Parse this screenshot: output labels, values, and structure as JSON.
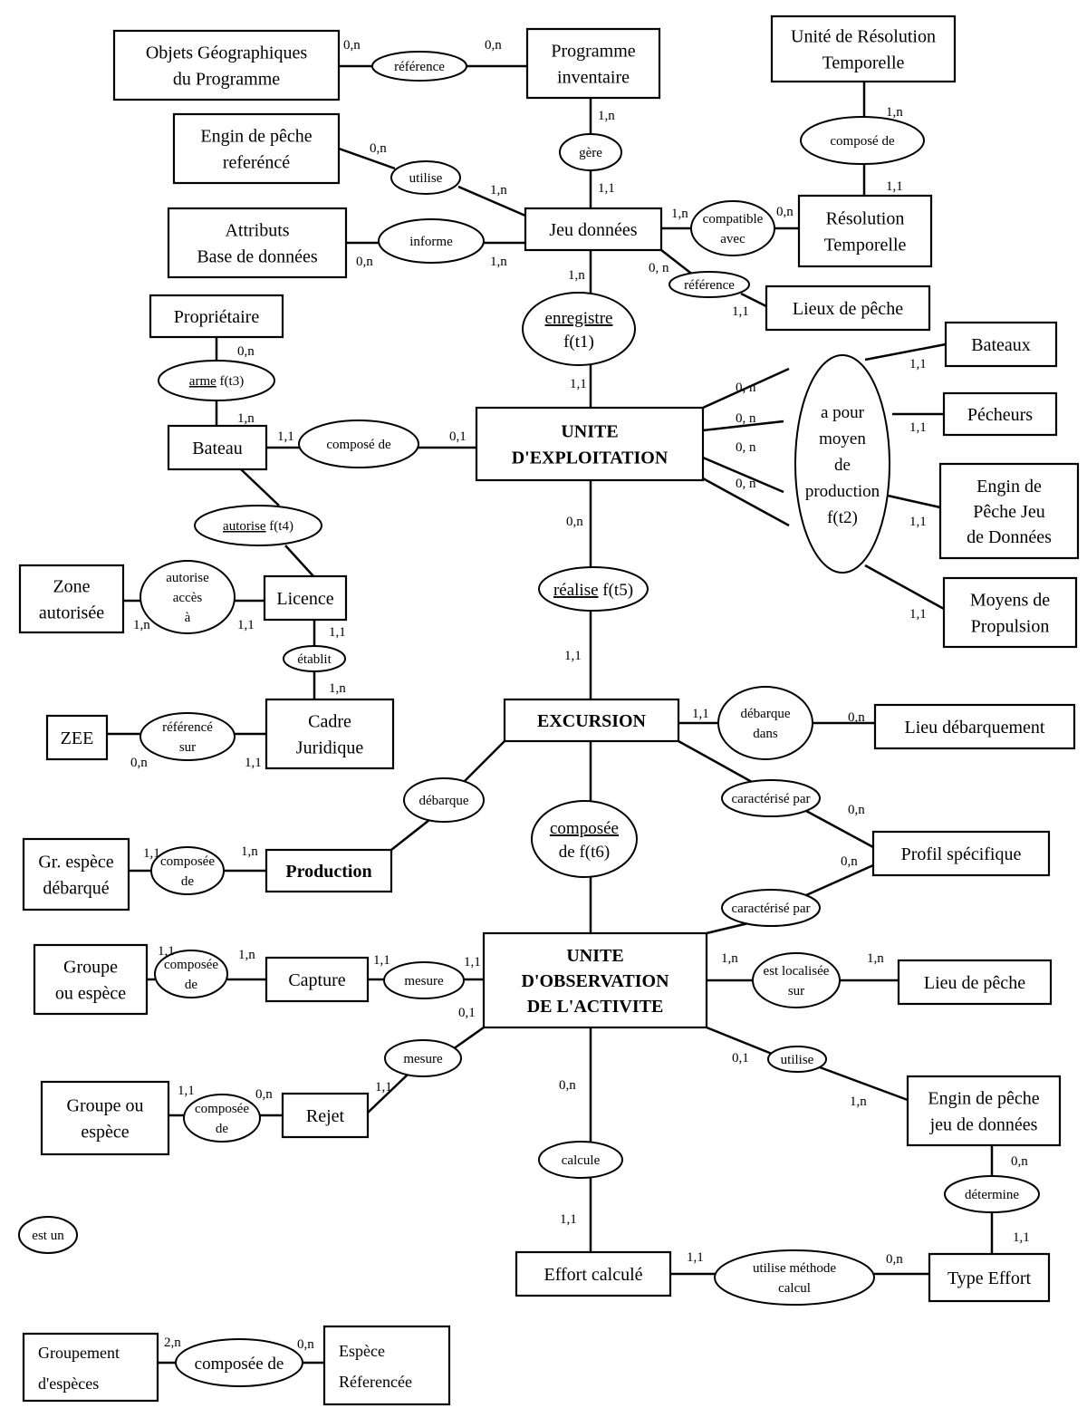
{
  "diagram": {
    "type": "entity-relationship (MCD Merise)",
    "entities": [
      {
        "id": "objets_geo",
        "lines": [
          "Objets Géographiques",
          "du Programme"
        ]
      },
      {
        "id": "programme",
        "lines": [
          "Programme",
          "inventaire"
        ]
      },
      {
        "id": "unite_res",
        "lines": [
          "Unité de Résolution",
          "Temporelle"
        ]
      },
      {
        "id": "engin_ref",
        "lines": [
          "Engin de pêche",
          "referéncé"
        ]
      },
      {
        "id": "attributs",
        "lines": [
          "Attributs",
          "Base de données"
        ]
      },
      {
        "id": "jeu_donnees",
        "lines": [
          "Jeu données"
        ]
      },
      {
        "id": "resolution",
        "lines": [
          "Résolution",
          "Temporelle"
        ]
      },
      {
        "id": "lieux_peche",
        "lines": [
          "Lieux de pêche"
        ]
      },
      {
        "id": "proprietaire",
        "lines": [
          "Propriétaire"
        ]
      },
      {
        "id": "bateaux",
        "lines": [
          "Bateaux"
        ]
      },
      {
        "id": "pecheurs",
        "lines": [
          "Pécheurs"
        ]
      },
      {
        "id": "bateau",
        "lines": [
          "Bateau"
        ]
      },
      {
        "id": "unite_exp",
        "lines": [
          "UNITE",
          "D'EXPLOITATION"
        ],
        "bold": true
      },
      {
        "id": "engin_jeu",
        "lines": [
          "Engin de",
          "Pêche Jeu",
          "de Données"
        ]
      },
      {
        "id": "zone",
        "lines": [
          "Zone",
          "autorisée"
        ]
      },
      {
        "id": "licence",
        "lines": [
          "Licence"
        ]
      },
      {
        "id": "moyens_prop",
        "lines": [
          "Moyens de",
          "Propulsion"
        ]
      },
      {
        "id": "zee",
        "lines": [
          "ZEE"
        ]
      },
      {
        "id": "cadre",
        "lines": [
          "Cadre",
          "Juridique"
        ]
      },
      {
        "id": "excursion",
        "lines": [
          "EXCURSION"
        ],
        "bold": true
      },
      {
        "id": "lieu_deb",
        "lines": [
          "Lieu débarquement"
        ]
      },
      {
        "id": "profil",
        "lines": [
          "Profil spécifique"
        ]
      },
      {
        "id": "gr_espece_deb",
        "lines": [
          "Gr. espèce",
          "débarqué"
        ]
      },
      {
        "id": "production",
        "lines": [
          "Production"
        ],
        "bold": true
      },
      {
        "id": "groupe_capture",
        "lines": [
          "Groupe",
          "ou espèce"
        ]
      },
      {
        "id": "capture",
        "lines": [
          "Capture"
        ]
      },
      {
        "id": "unite_obs",
        "lines": [
          "UNITE",
          "D'OBSERVATION",
          "DE L'ACTIVITE"
        ],
        "bold": true
      },
      {
        "id": "lieu_de_peche",
        "lines": [
          "Lieu de pêche"
        ]
      },
      {
        "id": "groupe_rejet",
        "lines": [
          "Groupe ou",
          "espèce"
        ]
      },
      {
        "id": "rejet",
        "lines": [
          "Rejet"
        ]
      },
      {
        "id": "engin_obs",
        "lines": [
          "Engin de pêche",
          "jeu de données"
        ]
      },
      {
        "id": "effort",
        "lines": [
          "Effort  calculé"
        ]
      },
      {
        "id": "type_effort",
        "lines": [
          "Type Effort"
        ]
      },
      {
        "id": "groupement",
        "lines": [
          "Groupement",
          "d'espèces"
        ],
        "left": true
      },
      {
        "id": "espece_ref",
        "lines": [
          "Espèce",
          "Réferencée"
        ],
        "left": true
      }
    ],
    "relations": [
      {
        "id": "r_reference1",
        "lines": [
          "référence"
        ]
      },
      {
        "id": "r_gere",
        "lines": [
          "gère"
        ]
      },
      {
        "id": "r_compose_res",
        "lines": [
          "composé de"
        ]
      },
      {
        "id": "r_utilise1",
        "lines": [
          "utilise"
        ]
      },
      {
        "id": "r_informe",
        "lines": [
          "informe"
        ]
      },
      {
        "id": "r_compatible",
        "lines": [
          "compatible",
          "avec"
        ]
      },
      {
        "id": "r_reference2",
        "lines": [
          "référence"
        ]
      },
      {
        "id": "r_enregistre",
        "lines": [
          "enregistre",
          "f(t1)"
        ],
        "underline_first": true,
        "large": true
      },
      {
        "id": "r_arme",
        "lines": [
          "arme f(t3)"
        ],
        "underline_word": "arme"
      },
      {
        "id": "r_compose_bat",
        "lines": [
          "composé de"
        ]
      },
      {
        "id": "r_moyen",
        "lines": [
          "a pour",
          "moyen",
          "de",
          "production",
          "f(t2)"
        ],
        "large": true
      },
      {
        "id": "r_autorise",
        "lines": [
          "autorise f(t4)"
        ],
        "underline_word": "autorise"
      },
      {
        "id": "r_acces",
        "lines": [
          "autorise",
          "accès",
          "à"
        ]
      },
      {
        "id": "r_realise",
        "lines": [
          "réalise f(t5)"
        ],
        "underline_word": "réalise",
        "large": true
      },
      {
        "id": "r_etablit",
        "lines": [
          "établit"
        ]
      },
      {
        "id": "r_referencesur",
        "lines": [
          "référencé",
          "sur"
        ]
      },
      {
        "id": "r_debarque_dans",
        "lines": [
          "débarque",
          "dans"
        ]
      },
      {
        "id": "r_debarque",
        "lines": [
          "débarque"
        ]
      },
      {
        "id": "r_caract1",
        "lines": [
          "caractérisé par"
        ]
      },
      {
        "id": "r_composee_t6",
        "lines": [
          "composée",
          "de f(t6)"
        ],
        "underline_first": true,
        "large": true
      },
      {
        "id": "r_composee_deb",
        "lines": [
          "composée",
          "de"
        ]
      },
      {
        "id": "r_caract2",
        "lines": [
          "caractérisé par"
        ]
      },
      {
        "id": "r_composee_cap",
        "lines": [
          "composée",
          "de"
        ]
      },
      {
        "id": "r_mesure1",
        "lines": [
          "mesure"
        ]
      },
      {
        "id": "r_localisee",
        "lines": [
          "est localisée",
          "sur"
        ]
      },
      {
        "id": "r_mesure2",
        "lines": [
          "mesure"
        ]
      },
      {
        "id": "r_utilise2",
        "lines": [
          "utilise"
        ]
      },
      {
        "id": "r_composee_rej",
        "lines": [
          "composée",
          "de"
        ]
      },
      {
        "id": "r_calcule",
        "lines": [
          "calcule"
        ]
      },
      {
        "id": "r_determine",
        "lines": [
          "détermine"
        ]
      },
      {
        "id": "r_est_un",
        "lines": [
          "est un"
        ]
      },
      {
        "id": "r_methode",
        "lines": [
          "utilise méthode",
          "calcul"
        ]
      },
      {
        "id": "r_composee_grp",
        "lines": [
          "composée de"
        ],
        "large": true
      }
    ],
    "cardinalities": [
      "0,n",
      "0,n",
      "1,n",
      "1,1",
      "1,n",
      "1,1",
      "0,n",
      "1,n",
      "0,n",
      "1,n",
      "1,n",
      "0,n",
      "0, n",
      "1,1",
      "1,n",
      "1,1",
      "0,n",
      "1,n",
      "1,1",
      "0,1",
      "0, n",
      "0, n",
      "0, n",
      "0, n",
      "1,1",
      "1,1",
      "1,1",
      "1,1",
      "0,n",
      "1,1",
      "1,n",
      "1,1",
      "1,1",
      "1,n",
      "0,n",
      "1,1",
      "1,1",
      "0,n",
      "0,n",
      "0,n",
      "1,1",
      "1,n",
      "1,1",
      "1,n",
      "1,1",
      "1,1",
      "0,1",
      "1,n",
      "1,n",
      "1,1",
      "0,n",
      "1,1",
      "0,1",
      "1,n",
      "0,n",
      "1,1",
      "0,n",
      "1,1",
      "1,1",
      "0,n",
      "2,n",
      "0,n"
    ]
  }
}
